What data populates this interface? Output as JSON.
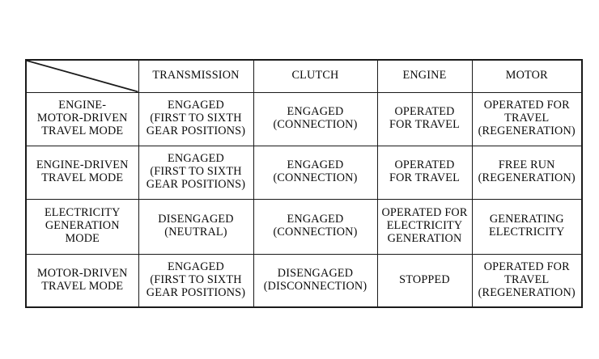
{
  "table": {
    "corner_label": "",
    "column_headers": [
      "TRANSMISSION",
      "CLUTCH",
      "ENGINE",
      "MOTOR"
    ],
    "rows": [
      {
        "mode": "ENGINE-\nMOTOR-DRIVEN\nTRAVEL MODE",
        "transmission": "ENGAGED\n(FIRST TO SIXTH\nGEAR POSITIONS)",
        "clutch": "ENGAGED\n(CONNECTION)",
        "engine": "OPERATED\nFOR TRAVEL",
        "motor": "OPERATED FOR\nTRAVEL\n(REGENERATION)"
      },
      {
        "mode": "ENGINE-DRIVEN\nTRAVEL MODE",
        "transmission": "ENGAGED\n(FIRST TO SIXTH\nGEAR POSITIONS)",
        "clutch": "ENGAGED\n(CONNECTION)",
        "engine": "OPERATED\nFOR TRAVEL",
        "motor": "FREE RUN\n(REGENERATION)"
      },
      {
        "mode": "ELECTRICITY\nGENERATION\nMODE",
        "transmission": "DISENGAGED\n(NEUTRAL)",
        "clutch": "ENGAGED\n(CONNECTION)",
        "engine": "OPERATED FOR\nELECTRICITY\nGENERATION",
        "motor": "GENERATING\nELECTRICITY"
      },
      {
        "mode": "MOTOR-DRIVEN\nTRAVEL MODE",
        "transmission": "ENGAGED\n(FIRST TO SIXTH\nGEAR POSITIONS)",
        "clutch": "DISENGAGED\n(DISCONNECTION)",
        "engine": "STOPPED",
        "motor": "OPERATED FOR\nTRAVEL\n(REGENERATION)"
      }
    ]
  },
  "style": {
    "border_color": "#1a1a1a",
    "text_color": "#0a0a0a",
    "background": "#ffffff"
  }
}
